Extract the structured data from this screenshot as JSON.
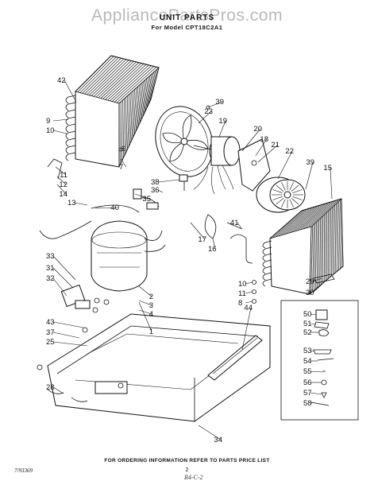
{
  "watermark": "AppliancePartsPros.com",
  "title": "UNIT PARTS",
  "model": "For Model CPT18C2A1",
  "footer_note": "FOR ORDERING INFORMATION REFER TO PARTS PRICE LIST",
  "drawing_number": "7/93369",
  "page_number": "2",
  "handwritten_note": "R4-C-2",
  "callouts": [
    "42",
    "9",
    "10",
    "6",
    "7",
    "11",
    "12",
    "14",
    "13",
    "39",
    "23",
    "19",
    "20",
    "18",
    "21",
    "22",
    "39",
    "15",
    "38",
    "36",
    "35",
    "40",
    "41",
    "17",
    "16",
    "33",
    "31",
    "32",
    "2",
    "3",
    "4",
    "1",
    "10",
    "11",
    "8",
    "29",
    "30",
    "43",
    "37",
    "25",
    "28",
    "44",
    "34",
    "50",
    "51",
    "52",
    "53",
    "54",
    "55",
    "56",
    "57",
    "58"
  ]
}
